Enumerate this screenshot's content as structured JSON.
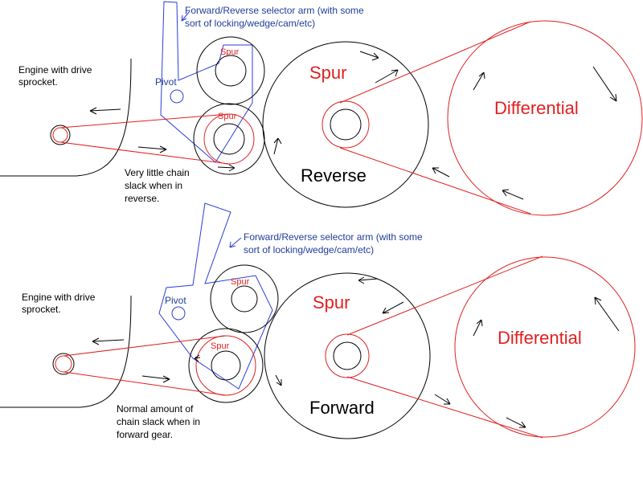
{
  "colors": {
    "outline": "#000000",
    "chain": "#e02020",
    "arm": "#2b3fd6",
    "arm_label": "#1f3d99"
  },
  "top": {
    "selector_label_line1": "Forward/Reverse selector arm (with some",
    "selector_label_line2": "sort of locking/wedge/cam/etc)",
    "engine_line1": "Engine with drive",
    "engine_line2": "sprocket.",
    "pivot": "Pivot",
    "spur_small_upper": "Spur",
    "spur_small_lower": "Spur",
    "spur_large": "Spur",
    "gear_mode": "Reverse",
    "differential": "Differential",
    "note_line1": "Very little chain",
    "note_line2": "slack when in",
    "note_line3": "reverse."
  },
  "bottom": {
    "selector_label_line1": "Forward/Reverse selector arm (with some",
    "selector_label_line2": "sort of locking/wedge/cam/etc)",
    "engine_line1": "Engine with drive",
    "engine_line2": "sprocket.",
    "pivot": "Pivot",
    "spur_small_upper": "Spur",
    "spur_small_lower": "Spur",
    "spur_large": "Spur",
    "gear_mode": "Forward",
    "differential": "Differential",
    "note_line1": "Normal amount of",
    "note_line2": "chain slack when in",
    "note_line3": "forward gear."
  }
}
